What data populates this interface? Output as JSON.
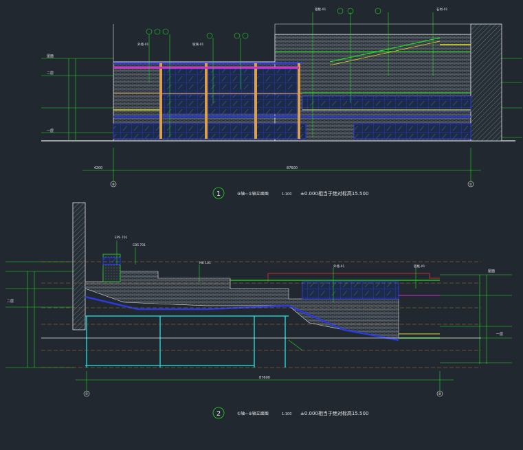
{
  "elevation1": {
    "title_text": "⑨轴~①轴立面图",
    "scale": "1:100",
    "note": "±0.000相当于绝对标高15.500",
    "number": "1",
    "grid_left": "⑨",
    "grid_right": "①",
    "dim_total": "87600",
    "dim_left": "4200",
    "level_labels": [
      "二层",
      "一层",
      "屋面"
    ],
    "callouts": [
      "外墙-01",
      "玻璃-01",
      "铝板-01",
      "石材-01"
    ]
  },
  "elevation2": {
    "title_text": "①轴~⑨轴立面图",
    "scale": "1:100",
    "note": "±0.000相当于绝对标高15.500",
    "number": "2",
    "grid_left": "①",
    "grid_right": "⑨",
    "dim_total": "87600",
    "level_labels": [
      "二层",
      "一层",
      "屋面"
    ],
    "callouts": [
      "EPS 701",
      "CBS 701",
      "MK 101",
      "外墙-01",
      "铝板-01"
    ]
  },
  "colors": {
    "background": "#212830",
    "line_white": "#e6e6e6",
    "line_green": "#22dd22",
    "line_yellow": "#dddd22",
    "line_blue": "#2a3adc",
    "line_cyan": "#22cccc",
    "line_orange": "#d8a050",
    "line_red": "#c03030",
    "line_magenta": "#cc33cc"
  }
}
